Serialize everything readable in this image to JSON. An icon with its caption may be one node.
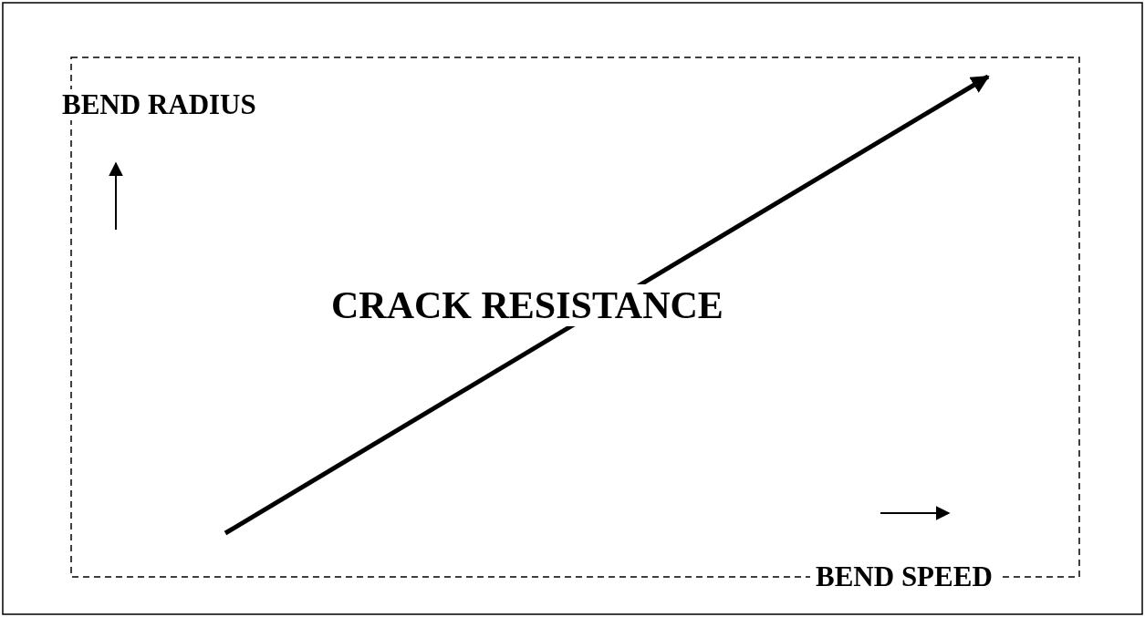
{
  "diagram": {
    "labels": [
      "BEND RADIUS",
      "CRACK RESISTANCE",
      "BEND SPEED"
    ]
  }
}
